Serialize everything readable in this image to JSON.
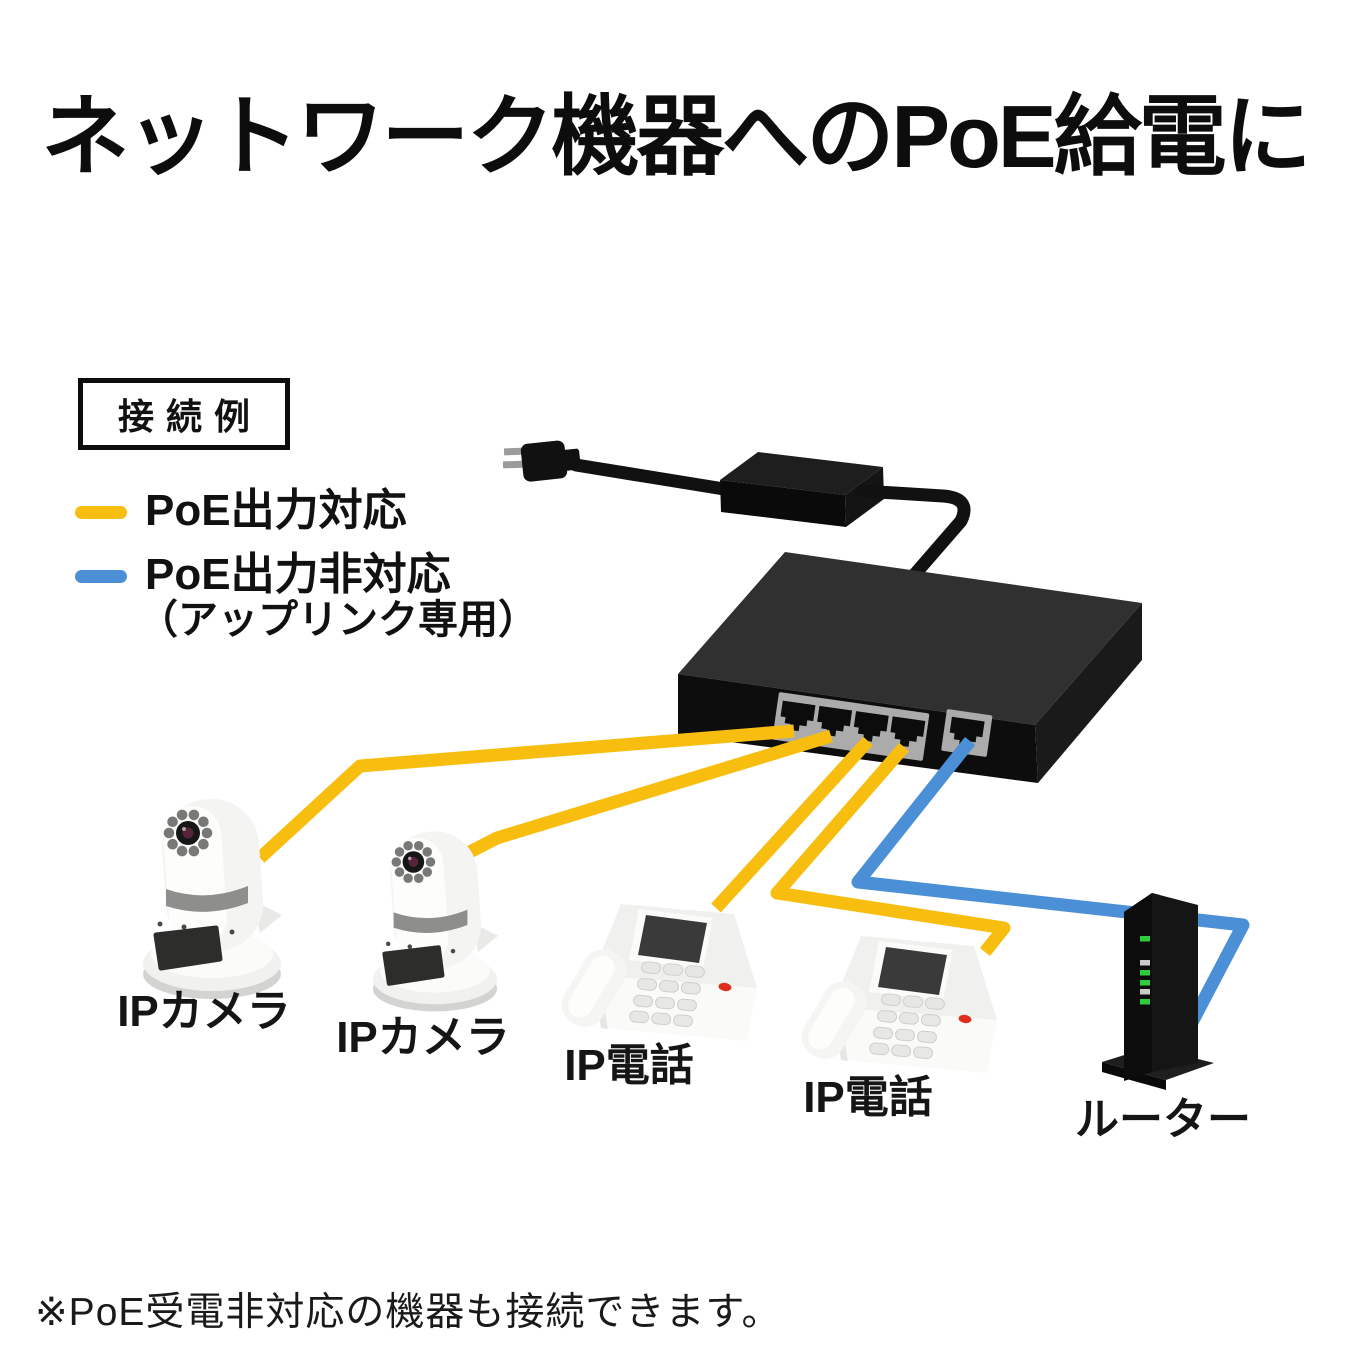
{
  "title": "ネットワーク機器へのPoE給電に",
  "legend": {
    "heading": "接続例",
    "items": [
      {
        "label": "PoE出力対応",
        "color": "#F7BE10"
      },
      {
        "label": "PoE出力非対応",
        "note": "（アップリンク専用）",
        "color": "#4B90D6"
      }
    ]
  },
  "diagram": {
    "labels": {
      "camera1": "IPカメラ",
      "camera2": "IPカメラ",
      "phone1": "IP電話",
      "phone2": "IP電話",
      "router": "ルーター"
    },
    "switch": {
      "poe_port_count": 4,
      "uplink_port_count": 1
    }
  },
  "footnote": "※PoE受電非対応の機器も接続できます。",
  "colors": {
    "poe_cable": "#F7BE10",
    "uplink_cable": "#4B90D6",
    "led_green": "#2FCC3E",
    "led_gray": "#CBCBC9",
    "text": "#111111",
    "background": "#FFFFFF"
  }
}
